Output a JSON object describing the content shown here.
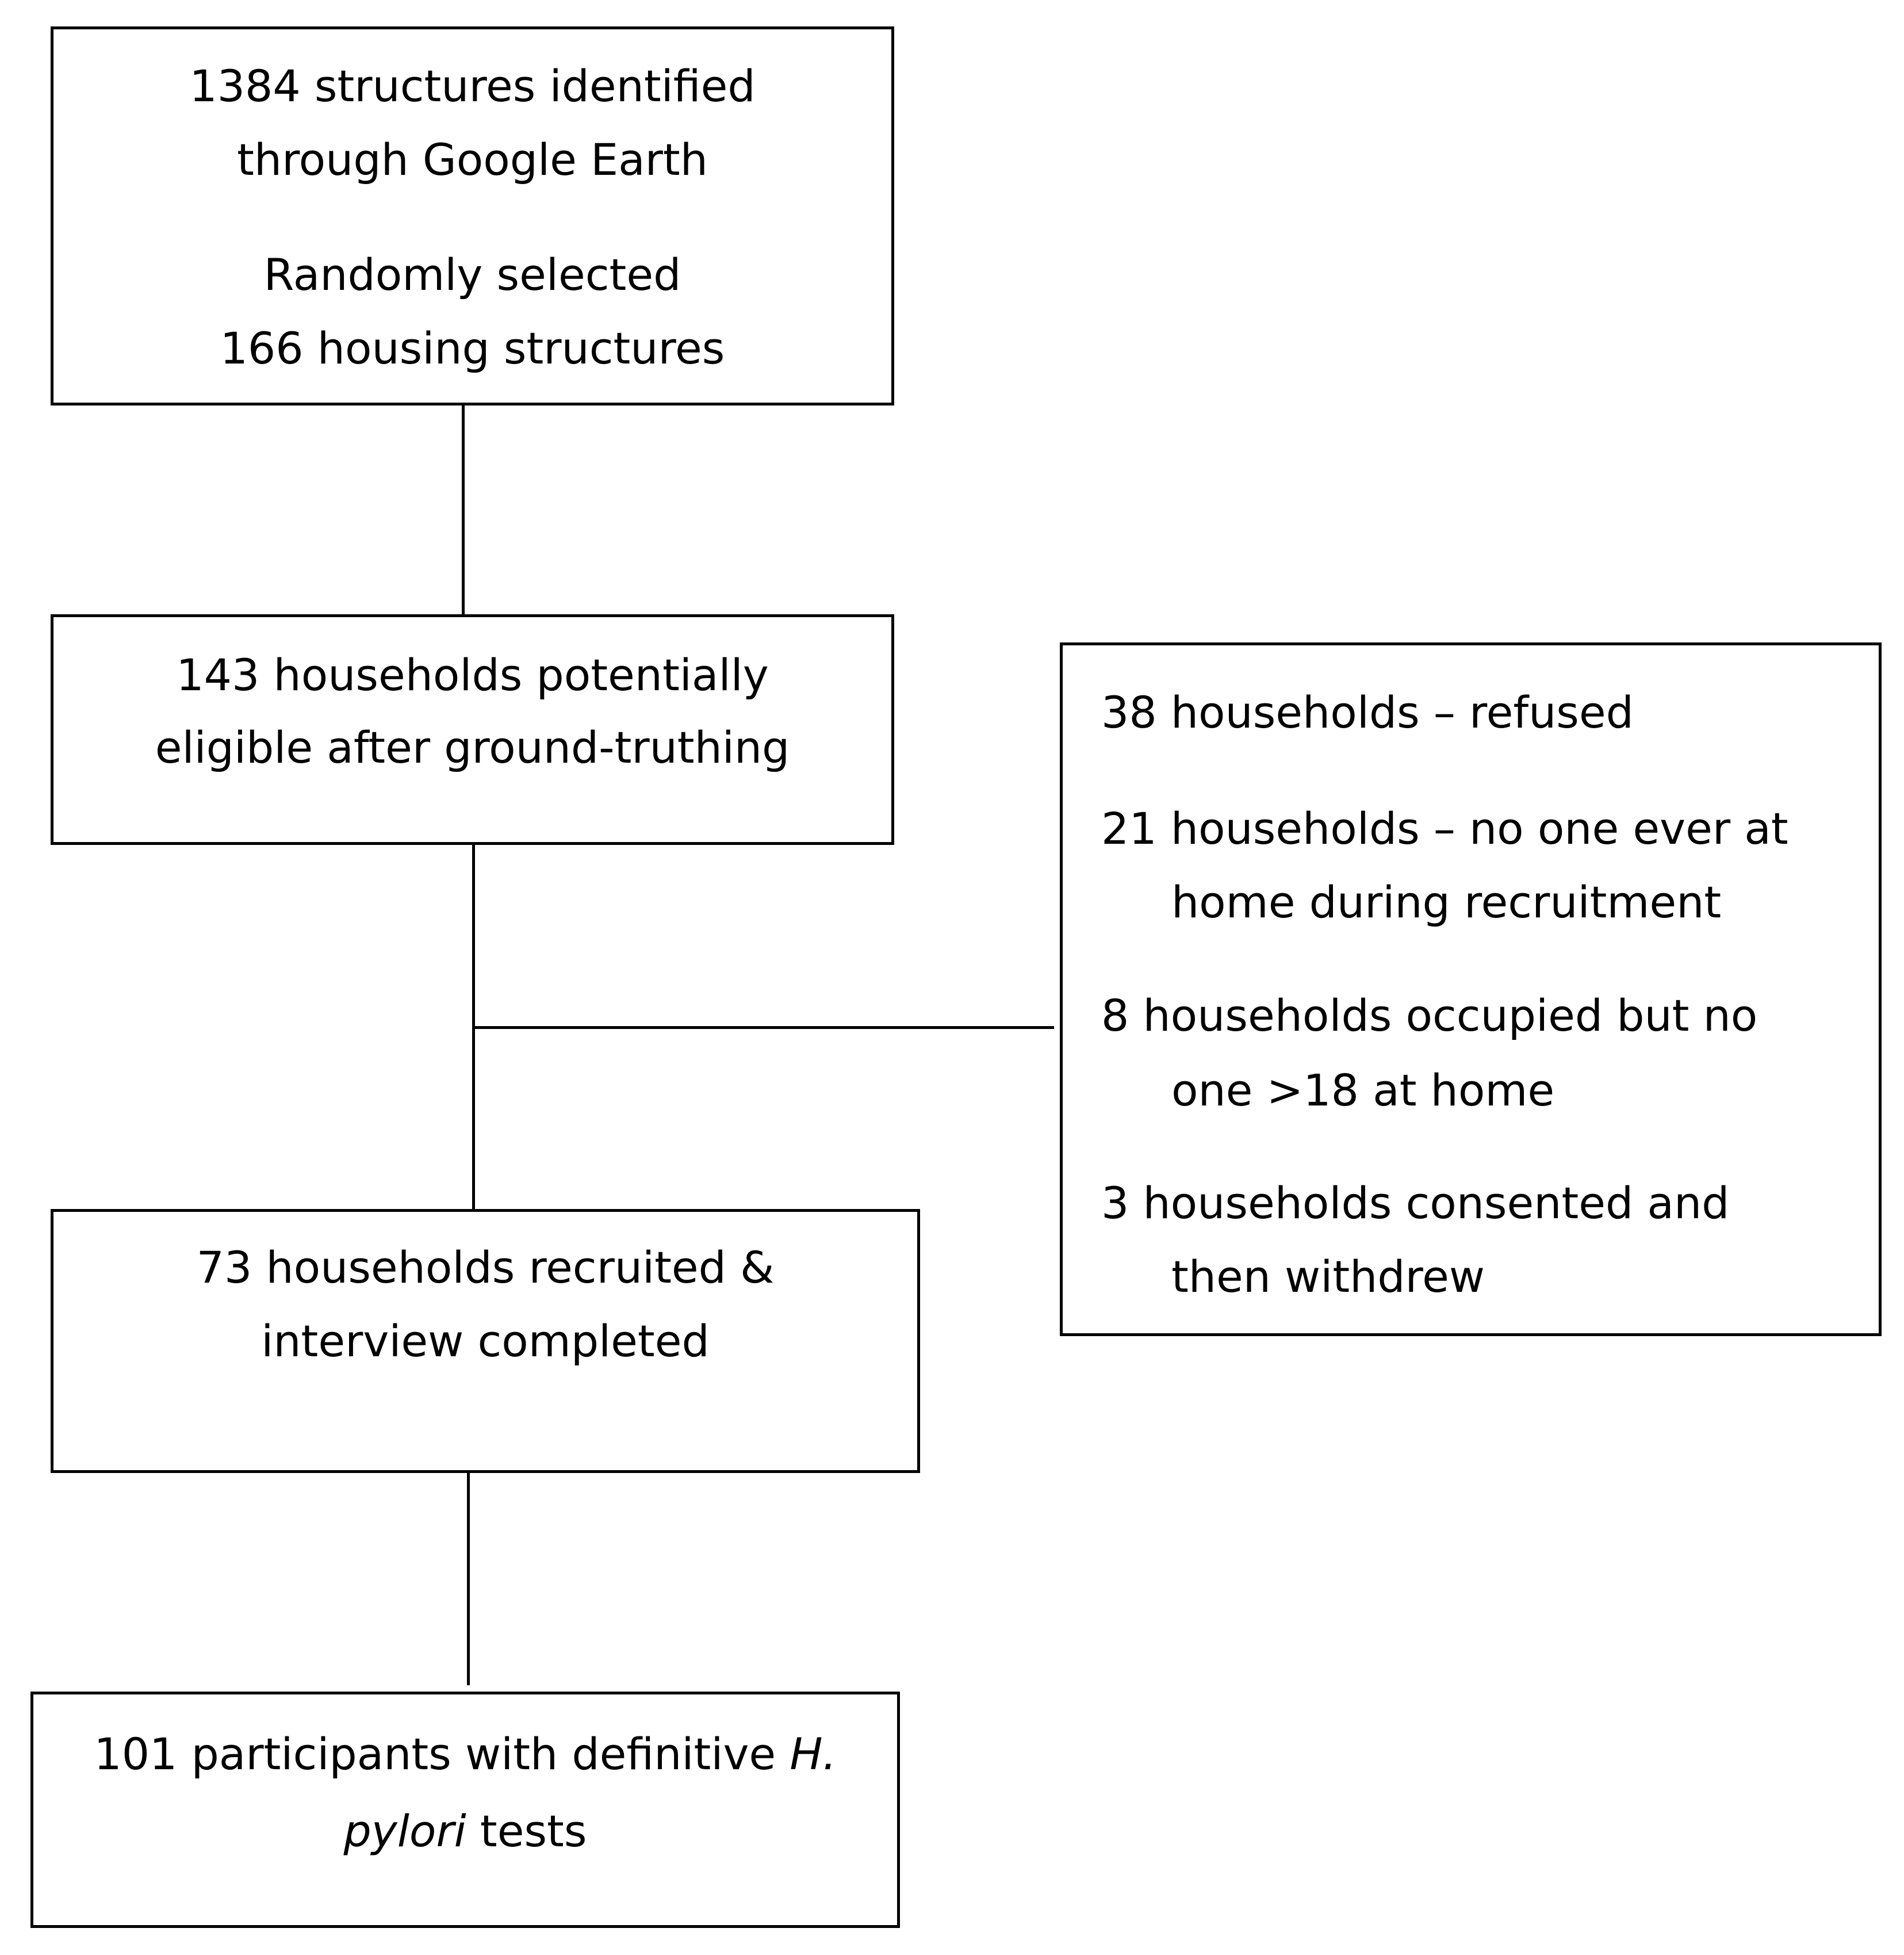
{
  "box1": {
    "line1": "1384 structures identified",
    "line2": "through Google Earth",
    "line3": "Randomly selected",
    "line4": "166 housing structures"
  },
  "box2": {
    "line1": "143 households potentially",
    "line2": "eligible after ground-truthing"
  },
  "box3": {
    "line1": "73 households recruited &",
    "line2": "interview completed"
  },
  "box4": {
    "line1_pre": "101 participants with definitive ",
    "line1_italic": "H.",
    "line2_italic": "pylori",
    "line2_post": " tests"
  },
  "exclusions": {
    "item1": "38 households – refused",
    "item2_line1": "21 households – no one ever at",
    "item2_line2": "home during recruitment",
    "item3_line1": "8 households occupied but no",
    "item3_line2": "one >18 at home",
    "item4_line1": "3 households consented and",
    "item4_line2": "then withdrew"
  }
}
